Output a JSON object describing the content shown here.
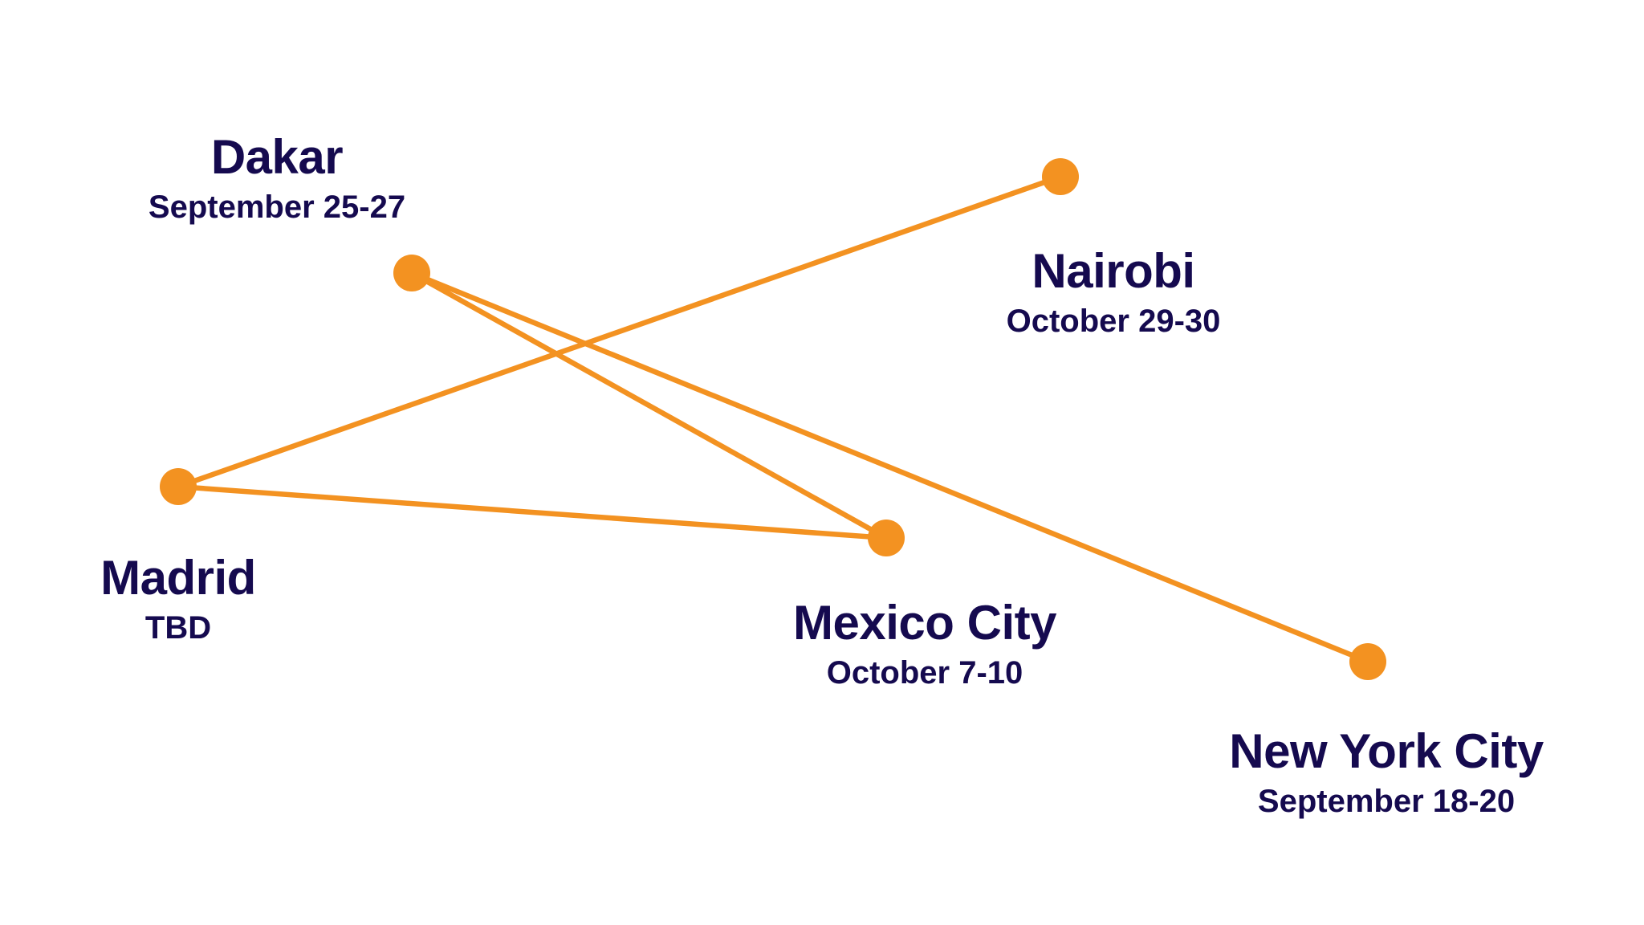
{
  "colors": {
    "route": "#f39221",
    "text": "#150a4f",
    "background": "#ffffff"
  },
  "cities": [
    {
      "id": "dakar",
      "name": "Dakar",
      "date": "September 25-27"
    },
    {
      "id": "nairobi",
      "name": "Nairobi",
      "date": "October 29-30"
    },
    {
      "id": "madrid",
      "name": "Madrid",
      "date": "TBD"
    },
    {
      "id": "mexico-city",
      "name": "Mexico City",
      "date": "October 7-10"
    },
    {
      "id": "new-york-city",
      "name": "New York City",
      "date": "September 18-20"
    }
  ],
  "routes": [
    {
      "from": "madrid",
      "to": "nairobi"
    },
    {
      "from": "madrid",
      "to": "mexico-city"
    },
    {
      "from": "dakar",
      "to": "mexico-city"
    },
    {
      "from": "dakar",
      "to": "new-york-city"
    }
  ]
}
